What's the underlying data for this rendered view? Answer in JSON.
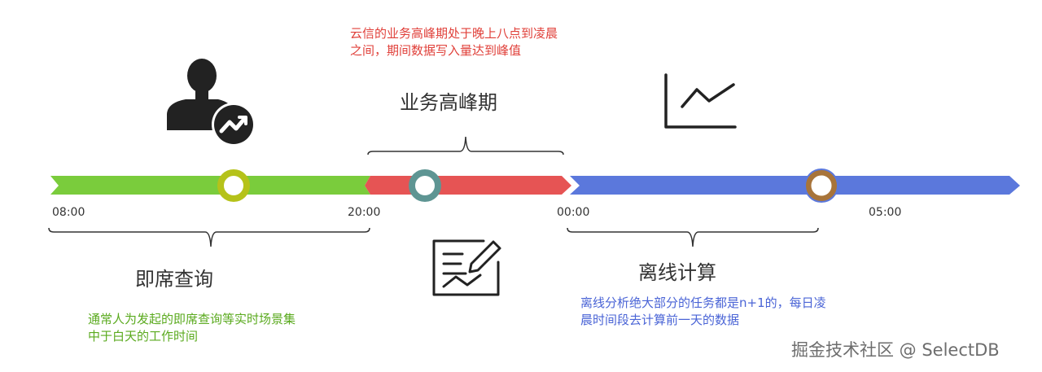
{
  "colors": {
    "green": "#7acc3c",
    "red": "#e65454",
    "blue": "#5b78dc",
    "note_red": "#e0403a",
    "note_green": "#5aaa1e",
    "note_blue": "#4a64d6",
    "green_marker": "#b5c21a",
    "red_marker": "#5e9593",
    "blue_marker": "#a8743a"
  },
  "timeline": {
    "times": [
      "08:00",
      "20:00",
      "00:00",
      "05:00"
    ]
  },
  "phases": {
    "adhoc": {
      "title": "即席查询",
      "note_line1": "通常人为发起的即席查询等实时场景集",
      "note_line2": "中于白天的工作时间",
      "icon": "user-trend-icon"
    },
    "peak": {
      "title": "业务高峰期",
      "note_line1": "云信的业务高峰期处于晚上八点到凌晨",
      "note_line2": "之间，期间数据写入量达到峰值",
      "icon": "document-edit-icon"
    },
    "offline": {
      "title": "离线计算",
      "note_line1": "离线分析绝大部分的任务都是n+1的，每日凌",
      "note_line2": "晨时间段去计算前一天的数据",
      "icon": "line-chart-icon"
    }
  },
  "watermark": "掘金技术社区 @ SelectDB"
}
